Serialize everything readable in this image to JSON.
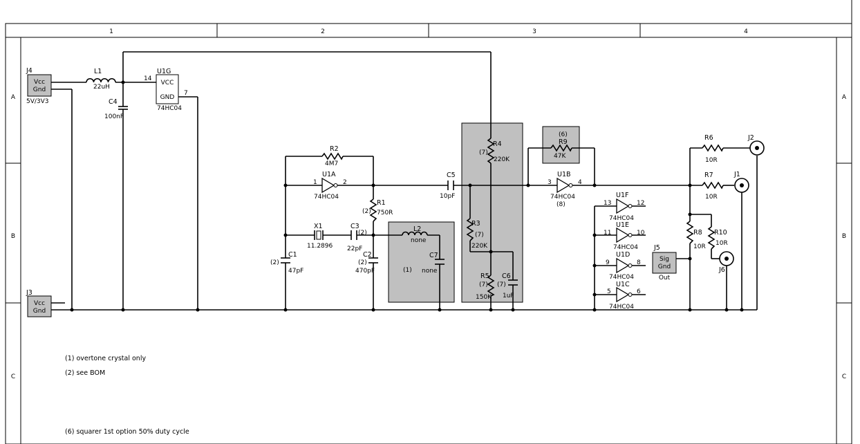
{
  "frame": {
    "columns": [
      "1",
      "2",
      "3",
      "4"
    ],
    "rows": [
      "A",
      "B",
      "C"
    ]
  },
  "connectors": {
    "J4": {
      "ref": "J4",
      "line1": "Vcc",
      "line2": "Gnd",
      "value": "5V/3V3"
    },
    "J3": {
      "ref": "J3",
      "line1": "Vcc",
      "line2": "Gnd"
    },
    "J5": {
      "ref": "J5",
      "line1": "Sig",
      "line2": "Gnd",
      "value": "Out"
    },
    "J1": {
      "ref": "J1"
    },
    "J2": {
      "ref": "J2"
    },
    "J6": {
      "ref": "J6"
    }
  },
  "ic_power": {
    "ref": "U1G",
    "pin_vcc": "VCC",
    "pin_gnd": "GND",
    "pin14": "14",
    "pin7": "7",
    "part": "74HC04"
  },
  "inverters": {
    "U1A": {
      "ref": "U1A",
      "in": "1",
      "out": "2",
      "part": "74HC04"
    },
    "U1B": {
      "ref": "U1B",
      "in": "3",
      "out": "4",
      "part": "74HC04",
      "note": "(8)"
    },
    "U1F": {
      "ref": "U1F",
      "in": "13",
      "out": "12",
      "part": "74HC04"
    },
    "U1E": {
      "ref": "U1E",
      "in": "11",
      "out": "10",
      "part": "74HC04"
    },
    "U1D": {
      "ref": "U1D",
      "in": "9",
      "out": "8",
      "part": "74HC04"
    },
    "U1C": {
      "ref": "U1C",
      "in": "5",
      "out": "6",
      "part": "74HC04"
    }
  },
  "inductors": {
    "L1": {
      "ref": "L1",
      "value": "22uH"
    },
    "L2": {
      "ref": "L2",
      "value": "none"
    }
  },
  "capacitors": {
    "C4": {
      "ref": "C4",
      "value": "100nF"
    },
    "C5": {
      "ref": "C5",
      "value": "10pF"
    },
    "C3": {
      "ref": "C3",
      "value": "22pF",
      "note": "(2)"
    },
    "C1": {
      "ref": "C1",
      "value": "47pF",
      "note": "(2)"
    },
    "C2": {
      "ref": "C2",
      "value": "470pF",
      "note": "(2)"
    },
    "C7": {
      "ref": "C7",
      "value": "none"
    },
    "C6": {
      "ref": "C6",
      "value": "1uF",
      "note": "(7)"
    }
  },
  "resistors": {
    "R2": {
      "ref": "R2",
      "value": "4M7"
    },
    "R1": {
      "ref": "R1",
      "value": "750R",
      "note": "(2)"
    },
    "R4": {
      "ref": "R4",
      "value": "220K",
      "note": "(7)"
    },
    "R3": {
      "ref": "R3",
      "value": "220K",
      "note": "(7)"
    },
    "R5": {
      "ref": "R5",
      "value": "150K",
      "note": "(7)"
    },
    "R9": {
      "ref": "R9",
      "value": "47K",
      "note": "(6)"
    },
    "R6": {
      "ref": "R6",
      "value": "10R"
    },
    "R7": {
      "ref": "R7",
      "value": "10R"
    },
    "R8": {
      "ref": "R8",
      "value": "10R"
    },
    "R10": {
      "ref": "R10",
      "value": "10R"
    }
  },
  "crystal": {
    "ref": "X1",
    "value": "11.2896"
  },
  "l2_group_note": "(1)",
  "notes": [
    "(1) overtone crystal only",
    "(2) see BOM",
    "(6) squarer 1st option 50% duty cycle"
  ]
}
